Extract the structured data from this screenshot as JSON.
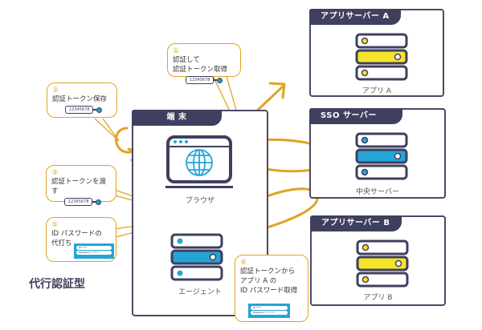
{
  "title": "代行認証型",
  "colors": {
    "navy": "#3f3f5f",
    "accent_orange": "#e0a420",
    "yellow": "#f4e42a",
    "blue": "#24a5d8"
  },
  "servers": [
    {
      "id": "app-a",
      "header": "アプリサーバー A",
      "label": "アプリ A",
      "color": "#f4e42a"
    },
    {
      "id": "sso",
      "header": "SSO サーバー",
      "label": "中央サーバー",
      "color": "#24a5d8"
    },
    {
      "id": "app-b",
      "header": "アプリサーバー B",
      "label": "アプリ B",
      "color": "#f4e42a"
    }
  ],
  "terminal": {
    "header": "端 末",
    "browser_label": "ブラウザ",
    "agent_label": "エージェント",
    "browser_icon": "globe-icon",
    "agent_icon": "server-icon"
  },
  "steps": [
    {
      "num": "①",
      "lines": [
        "認証して",
        "認証トークン取得"
      ],
      "token": "12345678"
    },
    {
      "num": "②",
      "lines": [
        "認証トークン保存"
      ],
      "token": "12345678"
    },
    {
      "num": "③",
      "lines": [
        "認証トークンを渡す"
      ],
      "token": "12345678"
    },
    {
      "num": "④",
      "lines": [
        "認証トークンから",
        "アプリ A の",
        "ID パスワード取得"
      ],
      "cred_id": "ID   ****",
      "cred_pw": "Password  ********"
    },
    {
      "num": "⑤",
      "lines": [
        "ID パスワードの",
        "代打ち"
      ],
      "cred_id": "ID   ****",
      "cred_pw": "Password  ********"
    }
  ]
}
